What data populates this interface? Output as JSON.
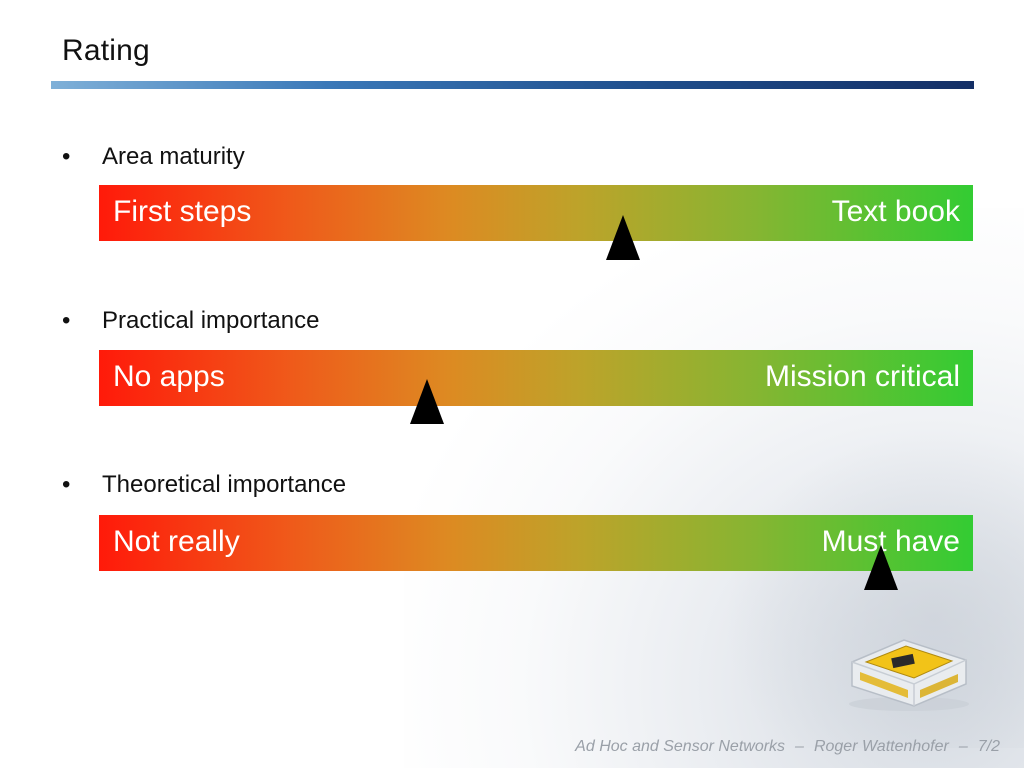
{
  "slide": {
    "title": "Rating",
    "footer": {
      "course": "Ad Hoc and Sensor Networks",
      "sep1": "–",
      "author": "Roger Wattenhofer",
      "sep2": "–",
      "page": "7/2"
    }
  },
  "ratings": [
    {
      "label": "Area maturity",
      "left_text": "First steps",
      "right_text": "Text book",
      "level_fraction": 0.6
    },
    {
      "label": "Practical importance",
      "left_text": "No apps",
      "right_text": "Mission critical",
      "level_fraction": 0.375
    },
    {
      "label": "Theoretical importance",
      "left_text": "Not really",
      "right_text": "Must have",
      "level_fraction": 0.895
    }
  ],
  "colors": {
    "bar_start": "#ff1a0a",
    "bar_end": "#33cc33",
    "title_rule": "#1f4e8c"
  },
  "icons": {
    "bullet": "•",
    "marker": "triangle-up-icon",
    "device": "sensor-node-icon"
  }
}
